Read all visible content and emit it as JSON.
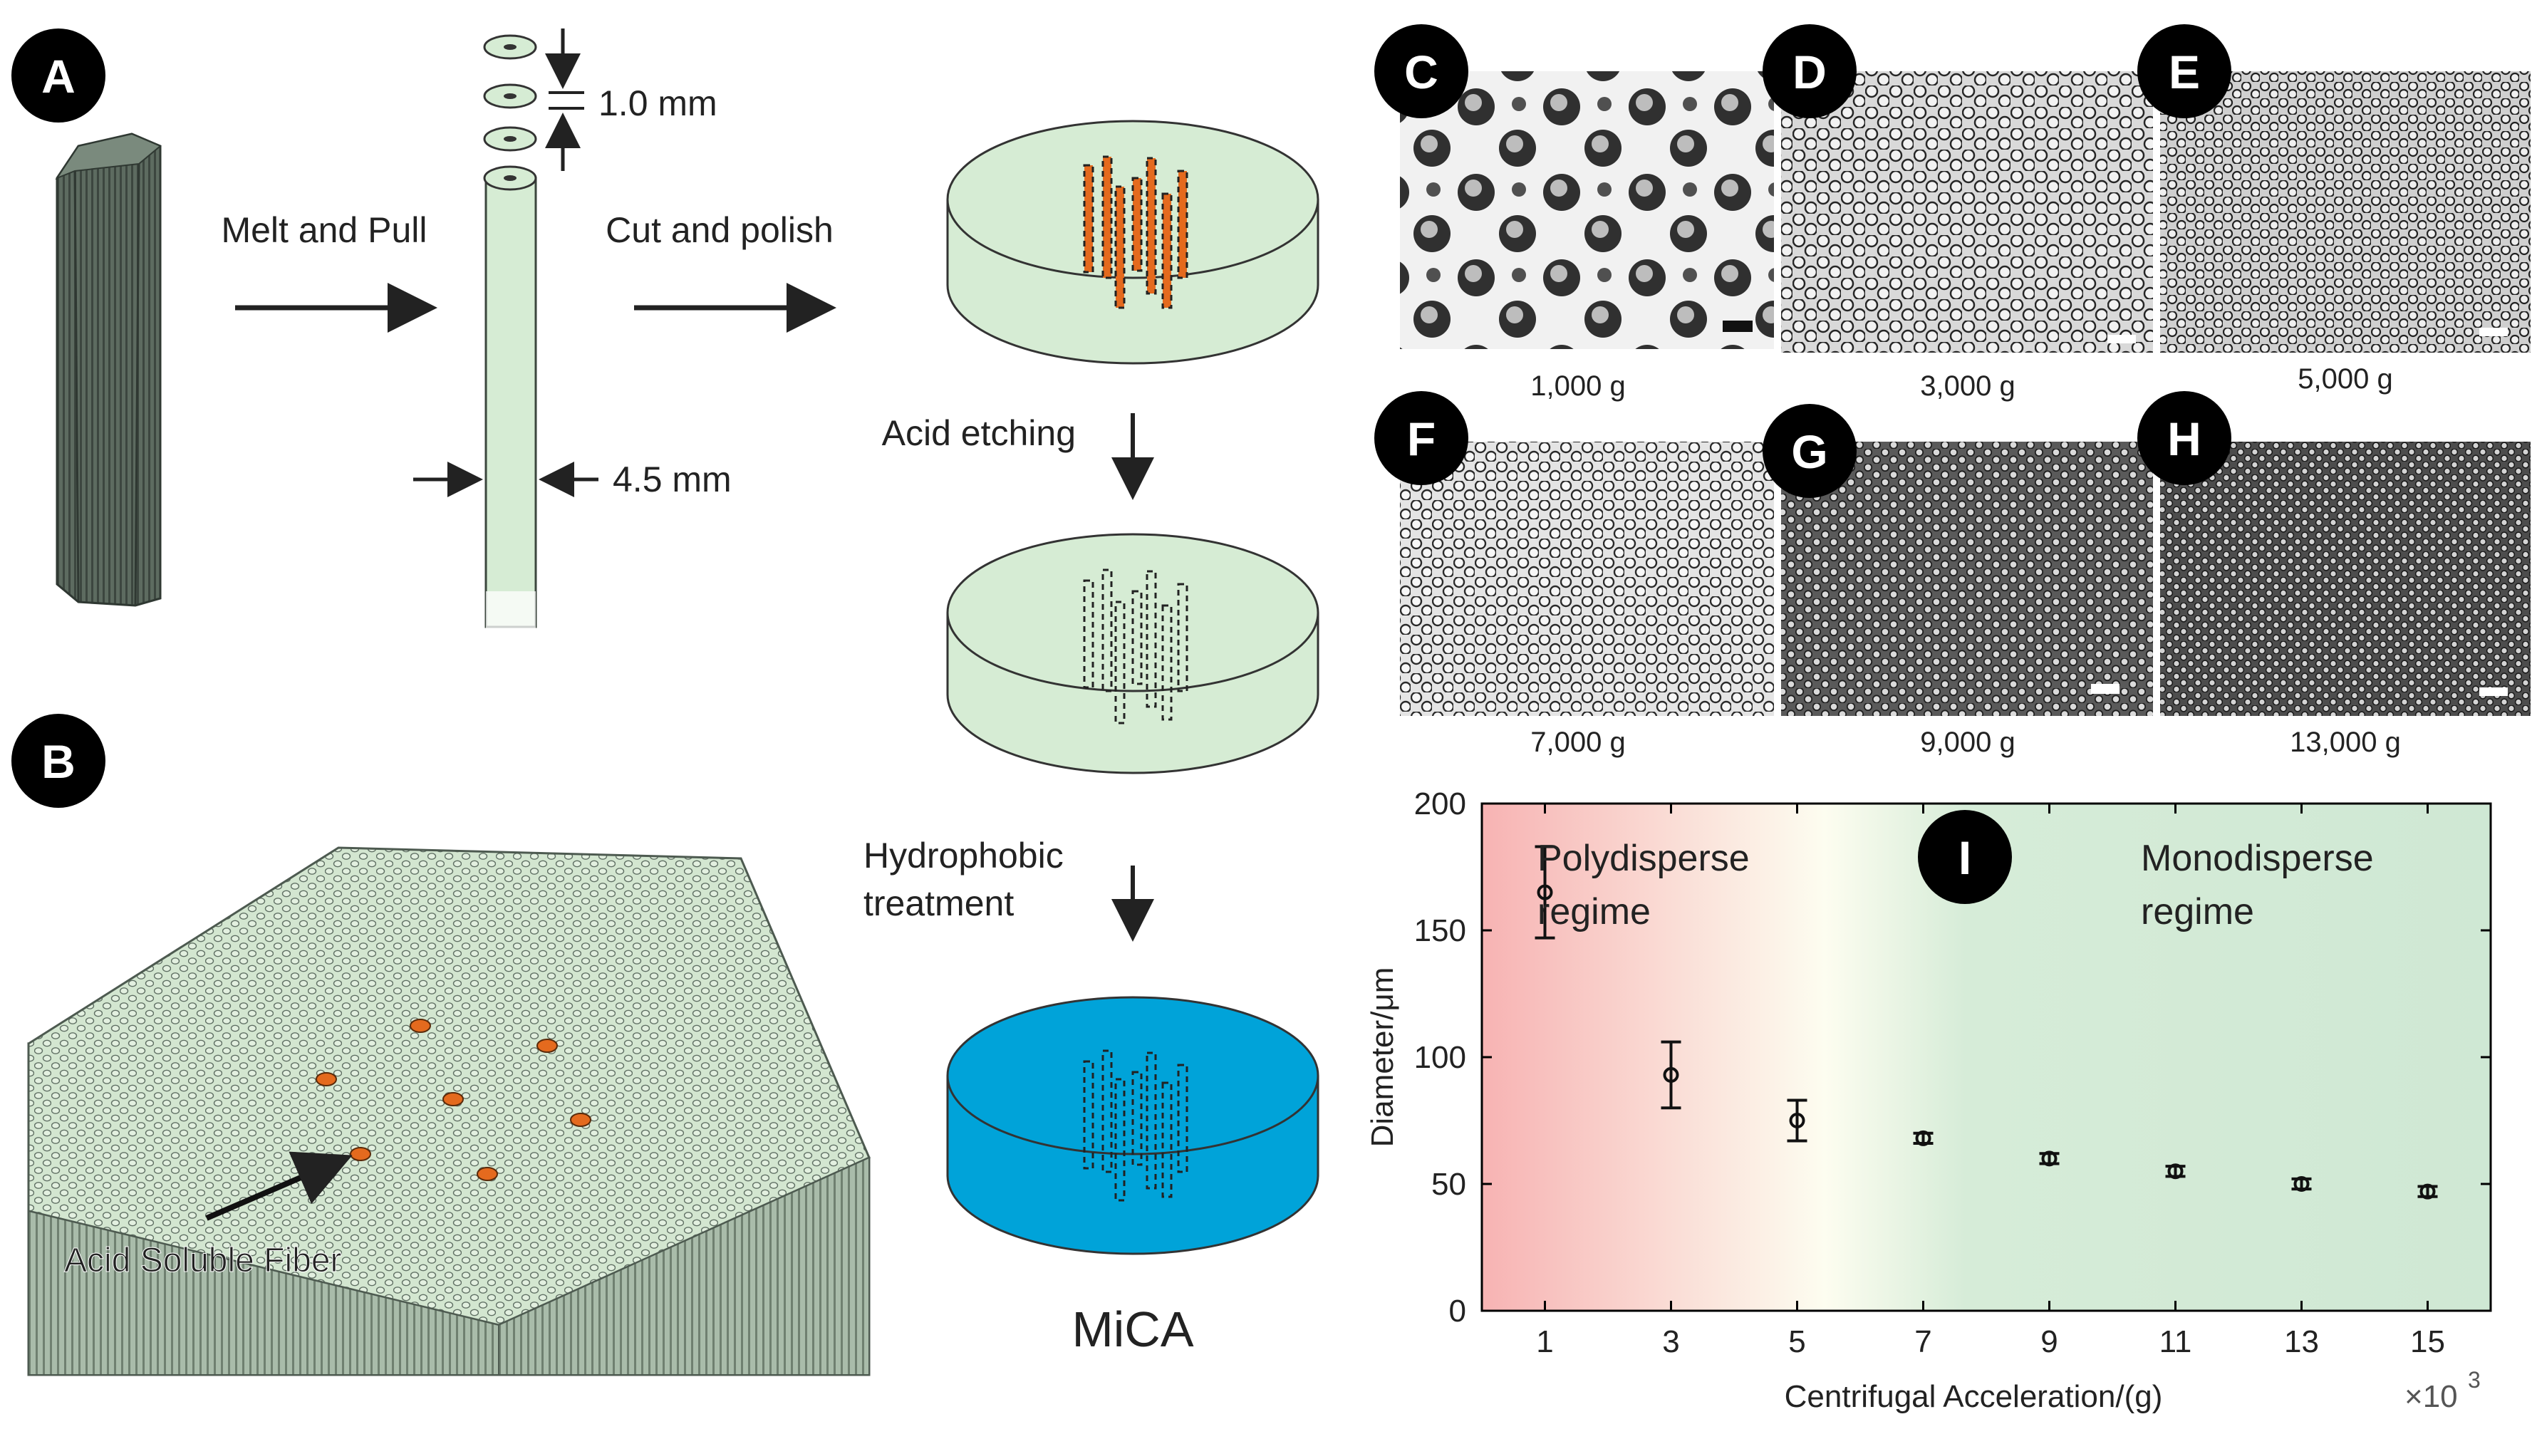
{
  "panels": {
    "a": {
      "letter": "A",
      "step_melt": "Melt and Pull",
      "step_cut": "Cut and polish",
      "dim_thickness": "1.0 mm",
      "dim_diameter": "4.5 mm",
      "step_acid": "Acid etching",
      "step_hydro_line1": "Hydrophobic",
      "step_hydro_line2": "treatment",
      "result_label": "MiCA"
    },
    "b": {
      "letter": "B",
      "fiber_label": "Acid Soluble Fiber"
    },
    "micrographs": [
      {
        "letter": "C",
        "caption": "1,000 g"
      },
      {
        "letter": "D",
        "caption": "3,000 g"
      },
      {
        "letter": "E",
        "caption": "5,000 g"
      },
      {
        "letter": "F",
        "caption": "7,000 g"
      },
      {
        "letter": "G",
        "caption": "9,000 g"
      },
      {
        "letter": "H",
        "caption": "13,000 g"
      }
    ],
    "i": {
      "letter": "I",
      "poly_line1": "Polydisperse",
      "poly_line2": "regime",
      "mono_line1": "Monodisperse",
      "mono_line2": "regime"
    }
  },
  "colors": {
    "pale_green": "#d6ecd4",
    "hex_dark": "#4c5a50",
    "mica_blue": "#00a3d9",
    "fiber_orange": "#e46a1e",
    "poly_red": "#f7b3b3",
    "mono_green": "#cfe8d4",
    "badge": "#000000"
  },
  "chart_data": {
    "type": "scatter",
    "title": "",
    "xlabel": "Centrifugal Acceleration/(g)",
    "ylabel": "Diameter/μm",
    "x_multiplier_label": "×10",
    "x_multiplier_exp": "3",
    "xlim": [
      0,
      16
    ],
    "ylim": [
      0,
      200
    ],
    "xticks": [
      1,
      3,
      5,
      7,
      9,
      11,
      13,
      15
    ],
    "yticks": [
      0,
      50,
      100,
      150,
      200
    ],
    "grid": false,
    "series": [
      {
        "x": [
          1,
          3,
          5,
          7,
          9,
          11,
          13,
          15
        ],
        "y": [
          165,
          93,
          75,
          68,
          60,
          55,
          50,
          47
        ],
        "error": [
          18,
          13,
          8,
          2,
          2,
          2,
          2,
          2
        ]
      }
    ]
  }
}
